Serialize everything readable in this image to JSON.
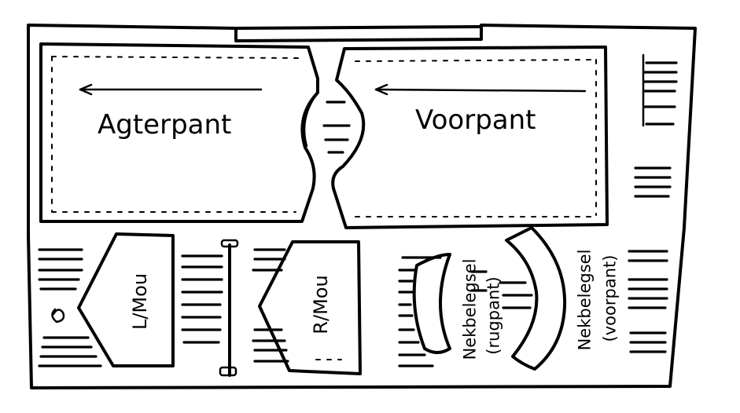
{
  "labels": {
    "back_piece": "Agterpant",
    "front_piece": "Voorpant",
    "left_sleeve": "L/Mou",
    "right_sleeve": "R/Mou",
    "neck_facing_back_1": "Nekbelegsel",
    "neck_facing_back_2": "(rugpant)",
    "neck_facing_front_1": "Nekbelegsel",
    "neck_facing_front_2": "(voorpant)"
  },
  "colors": {
    "ink": "#000000",
    "paper": "#ffffff"
  }
}
